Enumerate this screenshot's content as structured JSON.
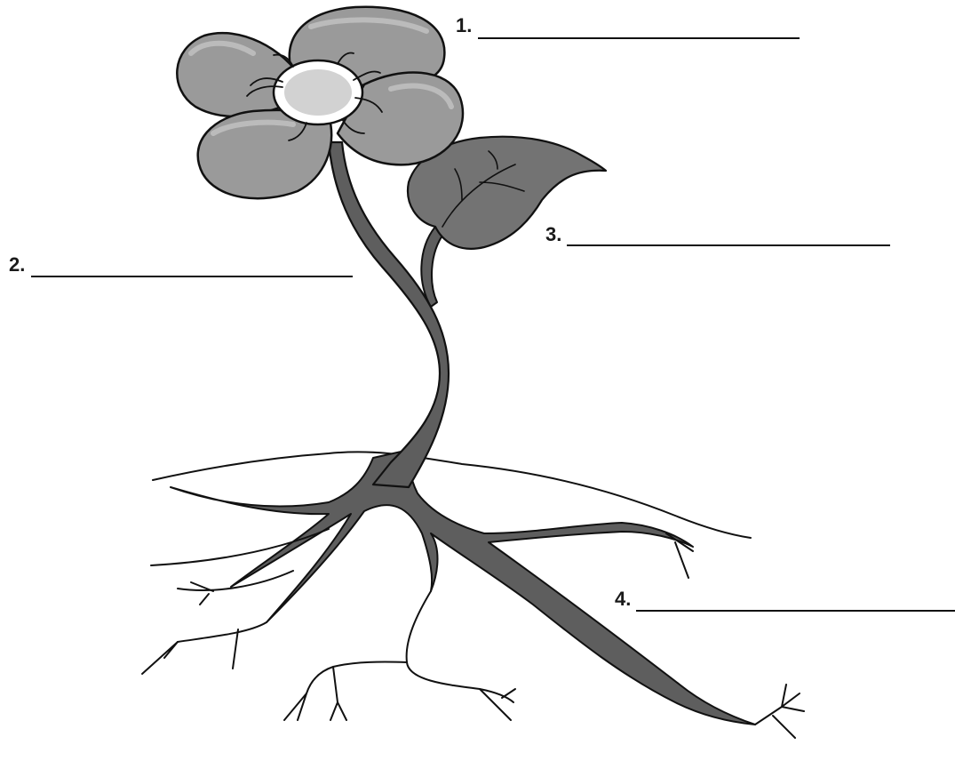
{
  "worksheet": {
    "labels": [
      {
        "number": "1."
      },
      {
        "number": "2."
      },
      {
        "number": "3."
      },
      {
        "number": "4."
      }
    ]
  },
  "colors": {
    "petal": "#9a9a9a",
    "center": "#d2d2d2",
    "leaf": "#737373",
    "stem": "#5e5e5e",
    "outline": "#111111"
  }
}
